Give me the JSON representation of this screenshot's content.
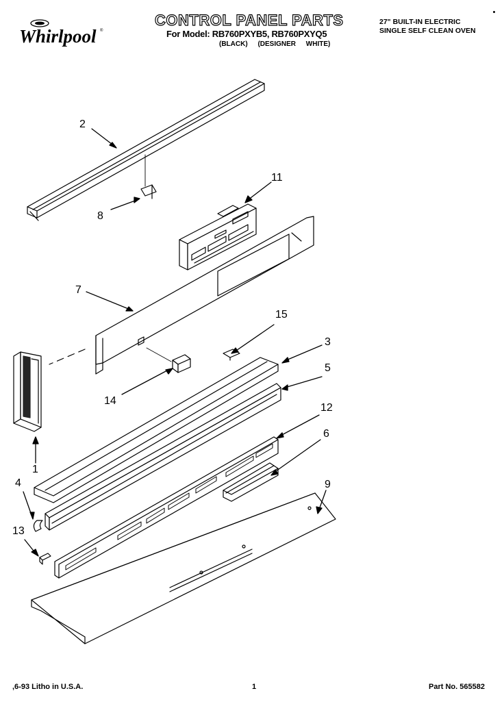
{
  "header": {
    "brand": "Whirlpool",
    "title": "CONTROL PANEL PARTS",
    "model_line": "For Model: RB760PXYB5, RB760PXYQ5",
    "variants": [
      "(BLACK)",
      "(DESIGNER WHITE)"
    ],
    "product_line1": "27\" BUILT-IN ELECTRIC",
    "product_line2": "SINGLE SELF CLEAN OVEN"
  },
  "callouts": [
    "1",
    "2",
    "3",
    "4",
    "5",
    "6",
    "7",
    "8",
    "9",
    "11",
    "12",
    "13",
    "14",
    "15"
  ],
  "footer": {
    "left": ",6-93  Litho in U.S.A.",
    "page": "1",
    "part_no": "Part No. 565582"
  }
}
